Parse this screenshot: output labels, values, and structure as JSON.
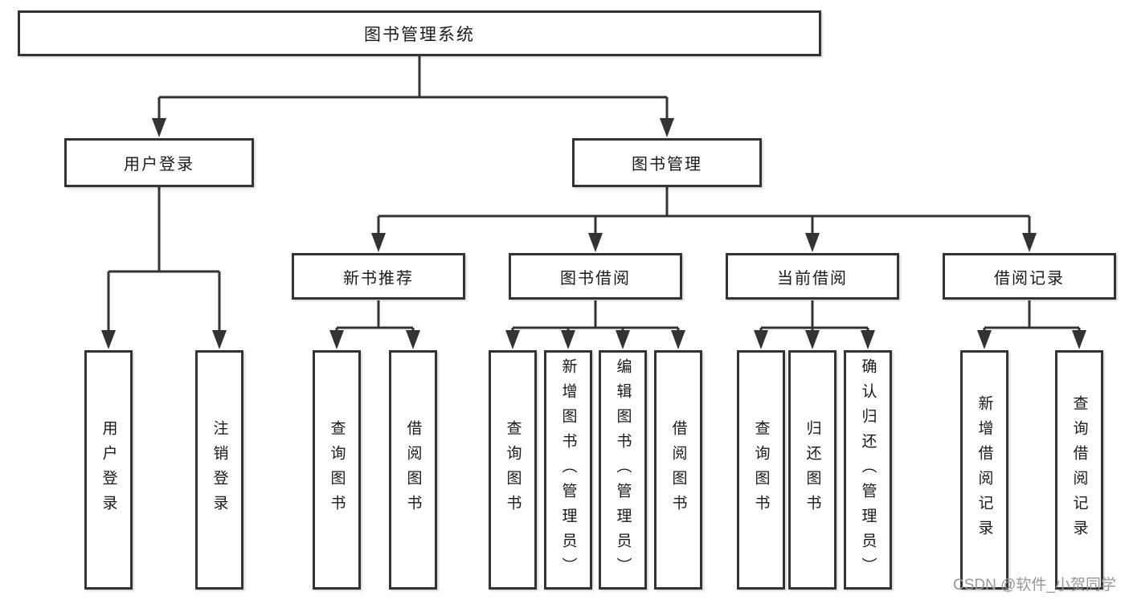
{
  "tree": {
    "label": "图书管理系统",
    "children": [
      {
        "label": "用户登录",
        "children": [
          {
            "label": "用户登录"
          },
          {
            "label": "注销登录"
          }
        ]
      },
      {
        "label": "图书管理",
        "children": [
          {
            "label": "新书推荐",
            "children": [
              {
                "label": "查询图书"
              },
              {
                "label": "借阅图书"
              }
            ]
          },
          {
            "label": "图书借阅",
            "children": [
              {
                "label": "查询图书"
              },
              {
                "label": "新增图书（管理员）"
              },
              {
                "label": "编辑图书（管理员）"
              },
              {
                "label": "借阅图书"
              }
            ]
          },
          {
            "label": "当前借阅",
            "children": [
              {
                "label": "查询图书"
              },
              {
                "label": "归还图书"
              },
              {
                "label": "确认归还（管理员）"
              }
            ]
          },
          {
            "label": "借阅记录",
            "children": [
              {
                "label": "新增借阅记录"
              },
              {
                "label": "查询借阅记录"
              }
            ]
          }
        ]
      }
    ]
  },
  "watermark": {
    "text": "CSDN @软件_小贺同学"
  },
  "colors": {
    "line": "#333333",
    "watermark": "#98989c",
    "background": "#ffffff",
    "text": "#1a1a1a"
  }
}
